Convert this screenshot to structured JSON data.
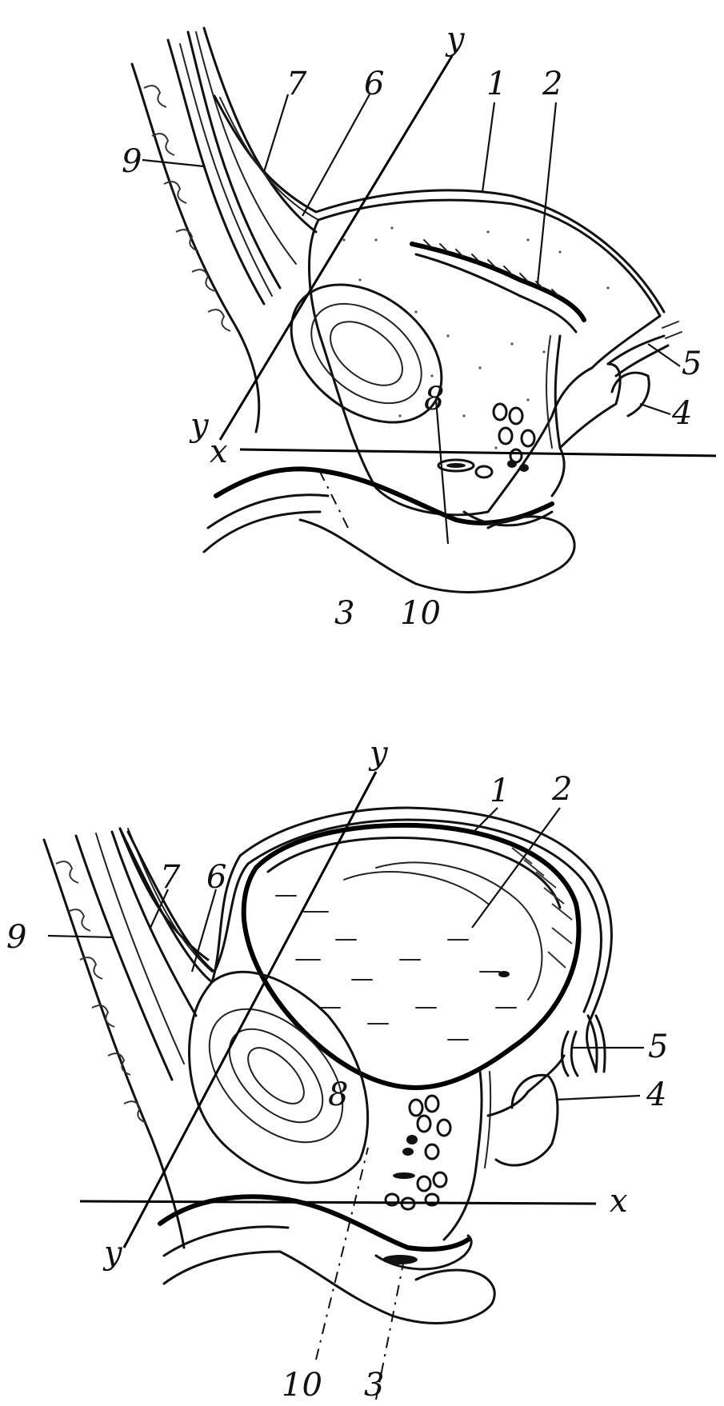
{
  "top_figure": {
    "labels": {
      "l1": "1",
      "l2": "2",
      "l3": "3",
      "l4": "4",
      "l5": "5",
      "l6": "6",
      "l7": "7",
      "l8": "8",
      "l9": "9",
      "l10": "10",
      "y_top": "y",
      "y_bottom": "y",
      "x": "x"
    }
  },
  "bottom_figure": {
    "labels": {
      "l1": "1",
      "l2": "2",
      "l3": "3",
      "l4": "4",
      "l5": "5",
      "l6": "6",
      "l7": "7",
      "l8": "8",
      "l9": "9",
      "l10": "10",
      "y_top": "y",
      "y_bottom": "y",
      "x": "x"
    }
  }
}
